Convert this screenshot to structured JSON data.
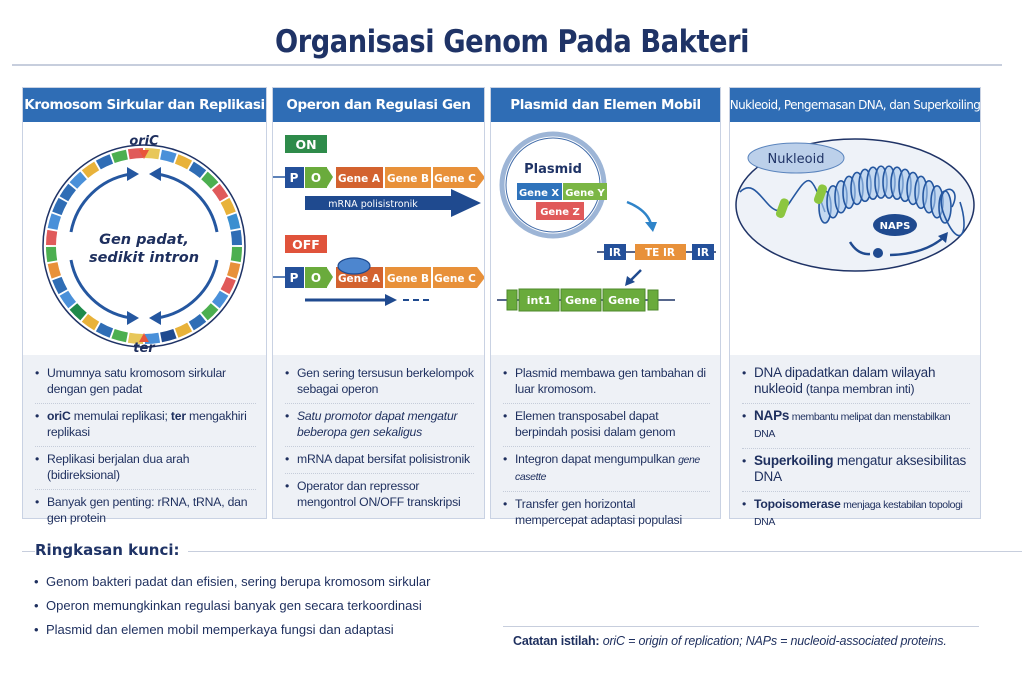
{
  "title": "Organisasi Genom Pada Bakteri",
  "colors": {
    "header_blue": "#2f6db5",
    "navy": "#1f3366",
    "on_green": "#2e8b4a",
    "off_red": "#e0533b",
    "gene_orange": "#e8913a",
    "gene_dark_orange": "#d3622f",
    "gene_green": "#6aab3c",
    "list_bg": "#eef1f6"
  },
  "panels": [
    {
      "header": "Kromosom Sirkular dan Replikasi",
      "figure": {
        "origin_label": "oriC",
        "terminus_label": "ter",
        "center_line1": "Gen padat,",
        "center_line2": "sedikit intron"
      },
      "items": [
        {
          "parts": [
            {
              "t": "Umumnya satu kromosom sirkular dengan gen padat"
            }
          ]
        },
        {
          "parts": [
            {
              "t": "oriC",
              "b": true
            },
            {
              "t": " memulai replikasi; "
            },
            {
              "t": "ter",
              "b": true
            },
            {
              "t": " mengakhiri replikasi"
            }
          ]
        },
        {
          "parts": [
            {
              "t": "Replikasi berjalan dua arah (bidireksional)"
            }
          ]
        },
        {
          "parts": [
            {
              "t": "Banyak gen penting: rRNA, tRNA, dan gen protein"
            }
          ]
        }
      ]
    },
    {
      "header": "Operon dan Regulasi Gen",
      "figure": {
        "on_label": "ON",
        "off_label": "OFF",
        "promoter": "P",
        "operator": "O",
        "genes": [
          "Gene A",
          "Gene B",
          "Gene C"
        ],
        "mrna_label": "mRNA polisistronik"
      },
      "items": [
        {
          "parts": [
            {
              "t": "Gen sering tersusun berkelompok sebagai operon"
            }
          ]
        },
        {
          "parts": [
            {
              "t": "Satu promotor dapat mengatur beberopa gen sekaligus",
              "i": true
            }
          ]
        },
        {
          "parts": [
            {
              "t": "mRNA dapat bersifat polisistronik"
            }
          ]
        },
        {
          "parts": [
            {
              "t": "Operator dan repressor mengontrol ON/OFF transkripsi"
            }
          ]
        }
      ]
    },
    {
      "header": "Plasmid dan Elemen Mobil",
      "figure": {
        "plasmid_label": "Plasmid",
        "plasmid_genes": [
          "Gene X",
          "Gene Y",
          "Gene Z"
        ],
        "transposon": [
          "IR",
          "TE IR",
          "IR"
        ],
        "integron": [
          "int1",
          "Gene",
          "Gene"
        ]
      },
      "items": [
        {
          "parts": [
            {
              "t": "Plasmid membawa gen tambahan di luar kromosom."
            }
          ]
        },
        {
          "parts": [
            {
              "t": "Elemen transposabel dapat berpindah posisi dalam genom"
            }
          ]
        },
        {
          "parts": [
            {
              "t": "Integron dapat mengumpulkan "
            },
            {
              "t": "gene casette",
              "i": true,
              "sm": true
            }
          ]
        },
        {
          "parts": [
            {
              "t": "Transfer gen horizontal mempercepat adaptasi populasi"
            }
          ]
        }
      ]
    },
    {
      "header": "Nukleoid, Pengemasan DNA, dan Superkoiling",
      "figure": {
        "nucleoid_label": "Nukleoid",
        "naps_label": "NAPS"
      },
      "items": [
        {
          "parts": [
            {
              "t": "DNA dipadatkan dalam wilayah nukleoid",
              "lg": true
            },
            {
              "t": " (tanpa membran inti)"
            }
          ]
        },
        {
          "parts": [
            {
              "t": "NAPs",
              "b": true,
              "lg": true
            },
            {
              "t": " membantu melipat dan menstabilkan DNA",
              "sm": true
            }
          ]
        },
        {
          "parts": [
            {
              "t": "Superkoiling",
              "b": true,
              "lg": true
            },
            {
              "t": " mengatur aksesibilitas DNA",
              "lg": true
            }
          ]
        },
        {
          "parts": [
            {
              "t": "Topoisomerase",
              "b": true
            },
            {
              "t": " menjaga kestabilan topologi DNA",
              "sm": true
            }
          ]
        }
      ]
    }
  ],
  "summary": {
    "heading": "Ringkasan kunci:",
    "items": [
      "Genom bakteri padat dan efisien, sering berupa kromosom sirkular",
      "Operon memungkinkan regulasi banyak gen secara terkoordinasi",
      "Plasmid dan elemen mobil memperkaya fungsi dan adaptasi"
    ]
  },
  "note": {
    "label": "Catatan istilah:",
    "text": "oriC = origin of replication; NAPs = nucleoid-associated proteins."
  }
}
